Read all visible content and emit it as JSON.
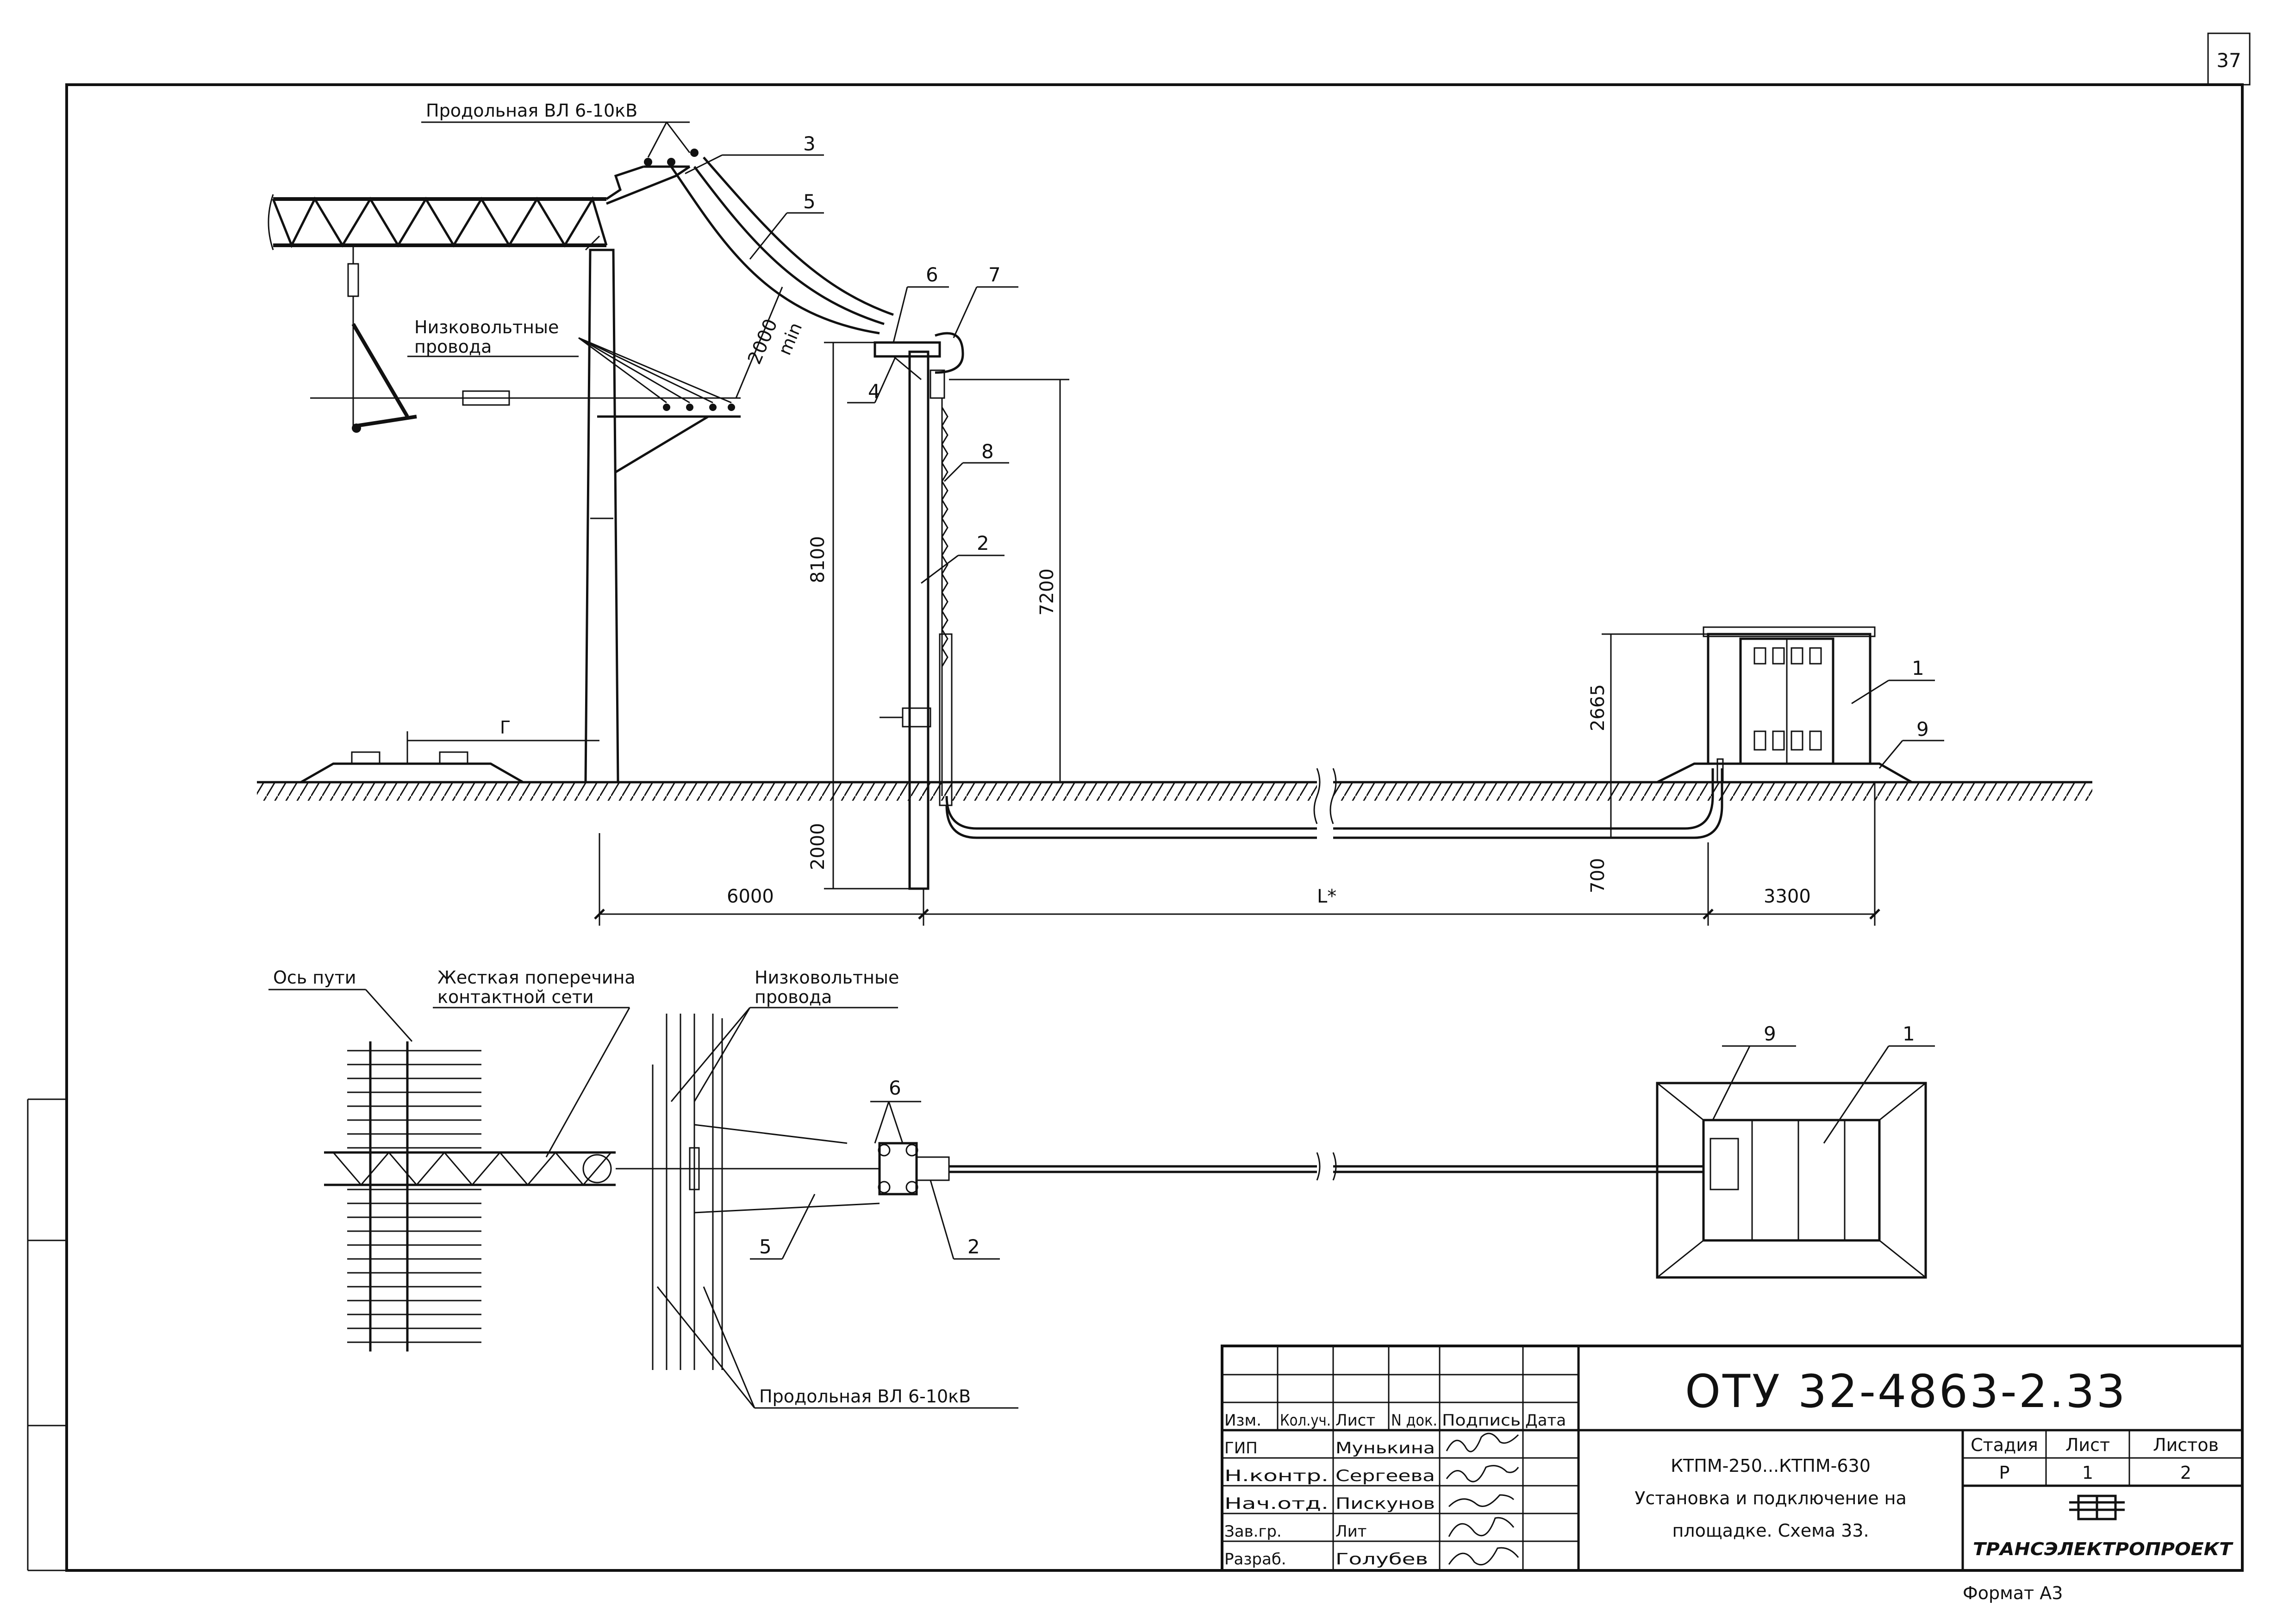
{
  "sheet_number": "37",
  "elevation": {
    "label_vl": "Продольная ВЛ 6-10кВ",
    "label_lv_line1": "Низковольтные",
    "label_lv_line2": "провода",
    "label_gamma": "Г",
    "dim_2000_min_value": "2000",
    "dim_2000_min_suffix": "min",
    "dim_8100": "8100",
    "dim_7200": "7200",
    "dim_2665": "2665",
    "dim_2000": "2000",
    "dim_700": "700",
    "dim_6000": "6000",
    "dim_L": "L*",
    "dim_3300": "3300",
    "callouts": [
      "1",
      "2",
      "3",
      "4",
      "5",
      "6",
      "7",
      "8",
      "9"
    ]
  },
  "plan": {
    "label_axis": "Ось пути",
    "label_crossbar_line1": "Жесткая поперечина",
    "label_crossbar_line2": "контактной сети",
    "label_lv_line1": "Низковольтные",
    "label_lv_line2": "провода",
    "label_vl": "Продольная ВЛ 6-10кВ",
    "callouts": [
      "9",
      "1",
      "6",
      "5",
      "2"
    ]
  },
  "title_block": {
    "doc_code": "ОТУ 32-4863-2.33",
    "headers": [
      "Изм.",
      "Кол.уч.",
      "Лист",
      "N док.",
      "Подпись",
      "Дата"
    ],
    "roles": [
      "ГИП",
      "Н.контр.",
      "Нач.отд.",
      "Зав.гр.",
      "Разраб."
    ],
    "names": [
      "Мунькина",
      "Сергеева",
      "Пискунов",
      "Лит",
      "Голубев"
    ],
    "description_line1": "КТПМ-250...КТПМ-630",
    "description_line2": "Установка и подключение на",
    "description_line3": "площадке. Схема 33.",
    "stage_header": "Стадия",
    "sheet_header": "Лист",
    "sheets_header": "Листов",
    "stage_value": "Р",
    "sheet_value": "1",
    "sheets_value": "2",
    "company": "ТРАНСЭЛЕКТРОПРОЕКТ",
    "format": "Формат А3"
  }
}
